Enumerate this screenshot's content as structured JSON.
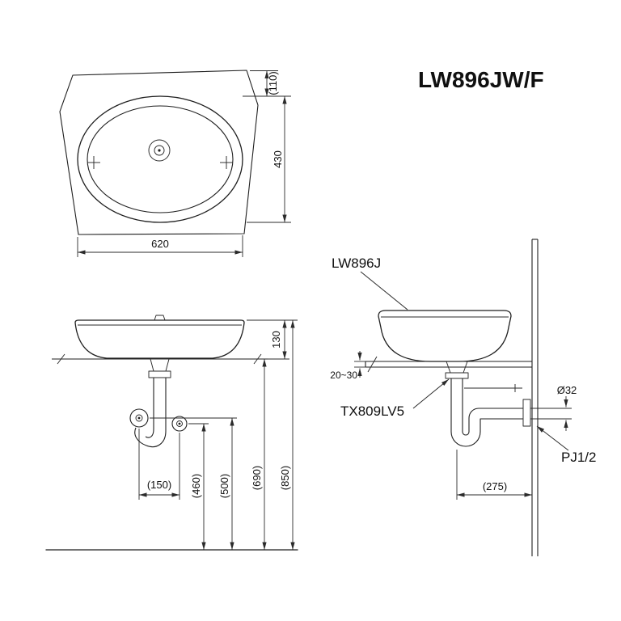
{
  "title": "LW896JW/F",
  "views": {
    "plan": {
      "dim_faucet_offset": "(110)",
      "dim_depth": "430",
      "dim_width": "620"
    },
    "front": {
      "dim_basin_height": "130",
      "dim_total_height": "(850)",
      "dim_counter_height": "(690)",
      "dim_pipe_spacing": "(150)",
      "dim_outlet_right_height": "(460)",
      "dim_outlet_left_height": "(500)"
    },
    "side": {
      "basin_model": "LW896J",
      "drain_model": "TX809LV5",
      "wall_thread": "PJ1/2",
      "dim_counter_thickness": "20~30",
      "dim_pipe_diameter": "Ø32",
      "dim_drain_to_wall": "(275)"
    }
  }
}
